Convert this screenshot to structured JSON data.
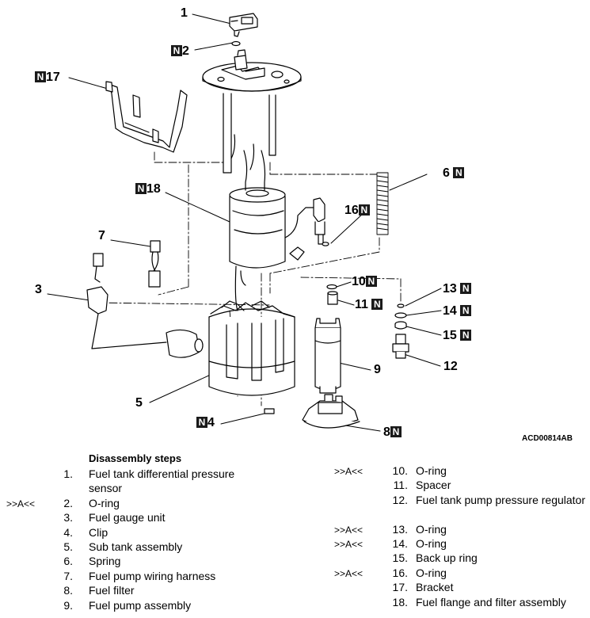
{
  "figure_code": "ACD00814AB",
  "callouts": [
    {
      "n": "1",
      "new": false
    },
    {
      "n": "2",
      "new": true
    },
    {
      "n": "3",
      "new": false
    },
    {
      "n": "4",
      "new": true
    },
    {
      "n": "5",
      "new": false
    },
    {
      "n": "6",
      "new": true
    },
    {
      "n": "7",
      "new": false
    },
    {
      "n": "8",
      "new": true
    },
    {
      "n": "9",
      "new": false
    },
    {
      "n": "10",
      "new": true
    },
    {
      "n": "11",
      "new": true
    },
    {
      "n": "12",
      "new": false
    },
    {
      "n": "13",
      "new": true
    },
    {
      "n": "14",
      "new": true
    },
    {
      "n": "15",
      "new": true
    },
    {
      "n": "16",
      "new": true
    },
    {
      "n": "17",
      "new": true
    },
    {
      "n": "18",
      "new": true
    }
  ],
  "new_part_mark": "N",
  "steps_title": "Disassembly steps",
  "steps_left": [
    {
      "num": "1.",
      "label": "Fuel tank differential pressure sensor",
      "mark": ""
    },
    {
      "num": "2.",
      "label": "O-ring",
      "mark": ">>A<<"
    },
    {
      "num": "3.",
      "label": "Fuel gauge unit",
      "mark": ""
    },
    {
      "num": "4.",
      "label": "Clip",
      "mark": ""
    },
    {
      "num": "5.",
      "label": "Sub tank assembly",
      "mark": ""
    },
    {
      "num": "6.",
      "label": "Spring",
      "mark": ""
    },
    {
      "num": "7.",
      "label": "Fuel pump wiring harness",
      "mark": ""
    },
    {
      "num": "8.",
      "label": "Fuel filter",
      "mark": ""
    },
    {
      "num": "9.",
      "label": "Fuel pump assembly",
      "mark": ""
    }
  ],
  "steps_right": [
    {
      "num": "10.",
      "label": "O-ring",
      "mark": ">>A<<"
    },
    {
      "num": "11.",
      "label": "Spacer",
      "mark": ""
    },
    {
      "num": "12.",
      "label": "Fuel tank pump pressure regulator",
      "mark": ""
    },
    {
      "num": "13.",
      "label": "O-ring",
      "mark": ">>A<<"
    },
    {
      "num": "14.",
      "label": "O-ring",
      "mark": ">>A<<"
    },
    {
      "num": "15.",
      "label": "Back up ring",
      "mark": ""
    },
    {
      "num": "16.",
      "label": "O-ring",
      "mark": ">>A<<"
    },
    {
      "num": "17.",
      "label": "Bracket",
      "mark": ""
    },
    {
      "num": "18.",
      "label": "Fuel flange and filter assembly",
      "mark": ""
    }
  ]
}
